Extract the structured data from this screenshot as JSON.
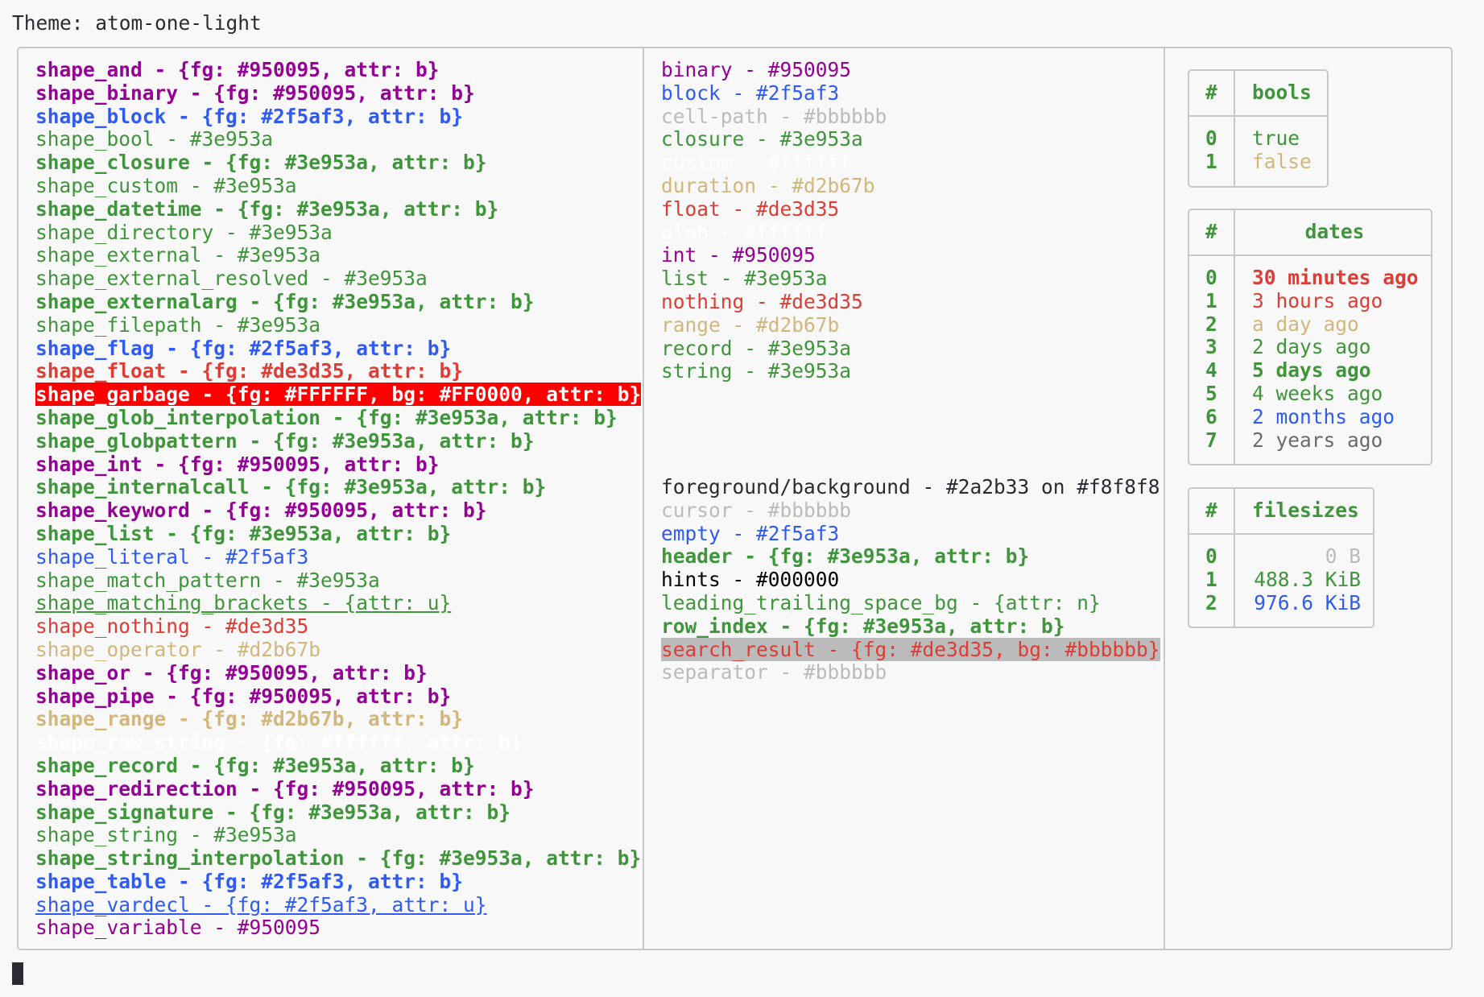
{
  "theme_line": "Theme: atom-one-light",
  "shapes": [
    {
      "text": "shape_and - {fg: #950095, attr: b}",
      "color": "#950095",
      "bold": true
    },
    {
      "text": "shape_binary - {fg: #950095, attr: b}",
      "color": "#950095",
      "bold": true
    },
    {
      "text": "shape_block - {fg: #2f5af3, attr: b}",
      "color": "#2f5af3",
      "bold": true
    },
    {
      "text": "shape_bool - #3e953a",
      "color": "#3e953a",
      "bold": false
    },
    {
      "text": "shape_closure - {fg: #3e953a, attr: b}",
      "color": "#3e953a",
      "bold": true
    },
    {
      "text": "shape_custom - #3e953a",
      "color": "#3e953a",
      "bold": false
    },
    {
      "text": "shape_datetime - {fg: #3e953a, attr: b}",
      "color": "#3e953a",
      "bold": true
    },
    {
      "text": "shape_directory - #3e953a",
      "color": "#3e953a",
      "bold": false
    },
    {
      "text": "shape_external - #3e953a",
      "color": "#3e953a",
      "bold": false
    },
    {
      "text": "shape_external_resolved - #3e953a",
      "color": "#3e953a",
      "bold": false
    },
    {
      "text": "shape_externalarg - {fg: #3e953a, attr: b}",
      "color": "#3e953a",
      "bold": true
    },
    {
      "text": "shape_filepath - #3e953a",
      "color": "#3e953a",
      "bold": false
    },
    {
      "text": "shape_flag - {fg: #2f5af3, attr: b}",
      "color": "#2f5af3",
      "bold": true
    },
    {
      "text": "shape_float - {fg: #de3d35, attr: b}",
      "color": "#de3d35",
      "bold": true
    },
    {
      "text": "shape_garbage - {fg: #FFFFFF, bg: #FF0000, attr: b}",
      "color": "#ffffff",
      "bg": "#ff0000",
      "bold": true
    },
    {
      "text": "shape_glob_interpolation - {fg: #3e953a, attr: b}",
      "color": "#3e953a",
      "bold": true
    },
    {
      "text": "shape_globpattern - {fg: #3e953a, attr: b}",
      "color": "#3e953a",
      "bold": true
    },
    {
      "text": "shape_int - {fg: #950095, attr: b}",
      "color": "#950095",
      "bold": true
    },
    {
      "text": "shape_internalcall - {fg: #3e953a, attr: b}",
      "color": "#3e953a",
      "bold": true
    },
    {
      "text": "shape_keyword - {fg: #950095, attr: b}",
      "color": "#950095",
      "bold": true
    },
    {
      "text": "shape_list - {fg: #3e953a, attr: b}",
      "color": "#3e953a",
      "bold": true
    },
    {
      "text": "shape_literal - #2f5af3",
      "color": "#2f5af3",
      "bold": false
    },
    {
      "text": "shape_match_pattern - #3e953a",
      "color": "#3e953a",
      "bold": false
    },
    {
      "text": "shape_matching_brackets - {attr: u}",
      "color": "#3e953a",
      "bold": false,
      "underline": true
    },
    {
      "text": "shape_nothing - #de3d35",
      "color": "#de3d35",
      "bold": false
    },
    {
      "text": "shape_operator - #d2b67b",
      "color": "#d2b67b",
      "bold": false
    },
    {
      "text": "shape_or - {fg: #950095, attr: b}",
      "color": "#950095",
      "bold": true
    },
    {
      "text": "shape_pipe - {fg: #950095, attr: b}",
      "color": "#950095",
      "bold": true
    },
    {
      "text": "shape_range - {fg: #d2b67b, attr: b}",
      "color": "#d2b67b",
      "bold": true
    },
    {
      "text": "shape_raw_string - {fg: #ffffff, attr: b}",
      "color": "#ffffff",
      "bold": true
    },
    {
      "text": "shape_record - {fg: #3e953a, attr: b}",
      "color": "#3e953a",
      "bold": true
    },
    {
      "text": "shape_redirection - {fg: #950095, attr: b}",
      "color": "#950095",
      "bold": true
    },
    {
      "text": "shape_signature - {fg: #3e953a, attr: b}",
      "color": "#3e953a",
      "bold": true
    },
    {
      "text": "shape_string - #3e953a",
      "color": "#3e953a",
      "bold": false
    },
    {
      "text": "shape_string_interpolation - {fg: #3e953a, attr: b}",
      "color": "#3e953a",
      "bold": true
    },
    {
      "text": "shape_table - {fg: #2f5af3, attr: b}",
      "color": "#2f5af3",
      "bold": true
    },
    {
      "text": "shape_vardecl - {fg: #2f5af3, attr: u}",
      "color": "#2f5af3",
      "bold": false,
      "underline": true
    },
    {
      "text": "shape_variable - #950095",
      "color": "#950095",
      "bold": false
    }
  ],
  "types": [
    {
      "text": "binary - #950095",
      "color": "#950095"
    },
    {
      "text": "block - #2f5af3",
      "color": "#2f5af3"
    },
    {
      "text": "cell-path - #bbbbbb",
      "color": "#bbbbbb"
    },
    {
      "text": "closure - #3e953a",
      "color": "#3e953a"
    },
    {
      "text": "custom - #ffffff",
      "color": "#ffffff"
    },
    {
      "text": "duration - #d2b67b",
      "color": "#d2b67b"
    },
    {
      "text": "float - #de3d35",
      "color": "#de3d35"
    },
    {
      "text": "glob - #ffffff",
      "color": "#ffffff"
    },
    {
      "text": "int - #950095",
      "color": "#950095"
    },
    {
      "text": "list - #3e953a",
      "color": "#3e953a"
    },
    {
      "text": "nothing - #de3d35",
      "color": "#de3d35"
    },
    {
      "text": "range - #d2b67b",
      "color": "#d2b67b"
    },
    {
      "text": "record - #3e953a",
      "color": "#3e953a"
    },
    {
      "text": "string - #3e953a",
      "color": "#3e953a"
    }
  ],
  "ui": [
    {
      "text": "foreground/background - #2a2b33 on #f8f8f8",
      "color": "#2a2b33"
    },
    {
      "text": "cursor - #bbbbbb",
      "color": "#bbbbbb"
    },
    {
      "text": "empty - #2f5af3",
      "color": "#2f5af3"
    },
    {
      "text": "header - {fg: #3e953a, attr: b}",
      "color": "#3e953a",
      "bold": true
    },
    {
      "text": "hints - #000000",
      "color": "#000000"
    },
    {
      "text": "leading_trailing_space_bg - {attr: n}",
      "color": "#3e953a"
    },
    {
      "text": "row_index - {fg: #3e953a, attr: b}",
      "color": "#3e953a",
      "bold": true
    },
    {
      "text": "search_result - {fg: #de3d35, bg: #bbbbbb}",
      "color": "#de3d35",
      "bg": "#bbbbbb"
    },
    {
      "text": "separator - #bbbbbb",
      "color": "#bbbbbb"
    }
  ],
  "bools_table": {
    "header_index": "#",
    "header_value": "bools",
    "rows": [
      {
        "index": "0",
        "value": "true",
        "color": "#3e953a"
      },
      {
        "index": "1",
        "value": "false",
        "color": "#d2b67b"
      }
    ]
  },
  "dates_table": {
    "header_index": "#",
    "header_value": "dates",
    "rows": [
      {
        "index": "0",
        "value": "30 minutes ago",
        "color": "#de3d35",
        "bold": true
      },
      {
        "index": "1",
        "value": "3 hours ago",
        "color": "#de3d35"
      },
      {
        "index": "2",
        "value": "a day ago",
        "color": "#d2b67b"
      },
      {
        "index": "3",
        "value": "2 days ago",
        "color": "#3e953a"
      },
      {
        "index": "4",
        "value": "5 days ago",
        "color": "#3e953a",
        "bold": true
      },
      {
        "index": "5",
        "value": "4 weeks ago",
        "color": "#3e953a"
      },
      {
        "index": "6",
        "value": "2 months ago",
        "color": "#2f5af3"
      },
      {
        "index": "7",
        "value": "2 years ago",
        "color": "#6b6b6b"
      }
    ]
  },
  "filesizes_table": {
    "header_index": "#",
    "header_value": "filesizes",
    "rows": [
      {
        "index": "0",
        "value": "0 B",
        "color": "#bbbbbb"
      },
      {
        "index": "1",
        "value": "488.3 KiB",
        "color": "#3e953a"
      },
      {
        "index": "2",
        "value": "976.6 KiB",
        "color": "#2f5af3"
      }
    ]
  }
}
